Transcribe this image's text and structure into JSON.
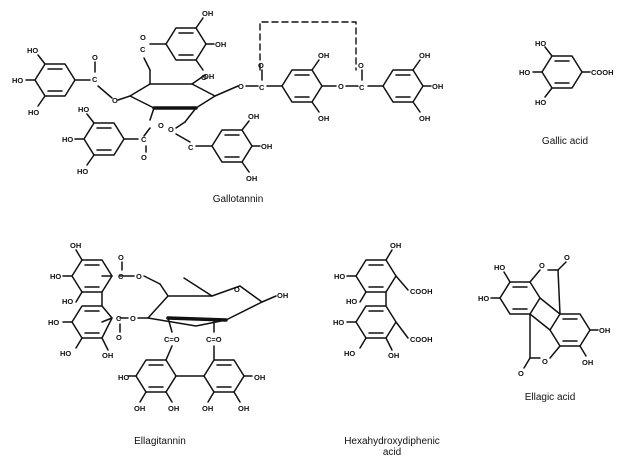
{
  "labels": {
    "gallotannin": "Gallotannin",
    "gallic_acid": "Gallic acid",
    "ellagitannin": "Ellagitannin",
    "hhdp_line1": "Hexahydroxydiphenic",
    "hhdp_line2": "acid",
    "ellagic_acid": "Ellagic acid"
  },
  "atoms": {
    "oh": "OH",
    "ho": "HO",
    "o": "O",
    "c": "C",
    "cooh": "COOH",
    "c_eq_o": "C=O"
  }
}
